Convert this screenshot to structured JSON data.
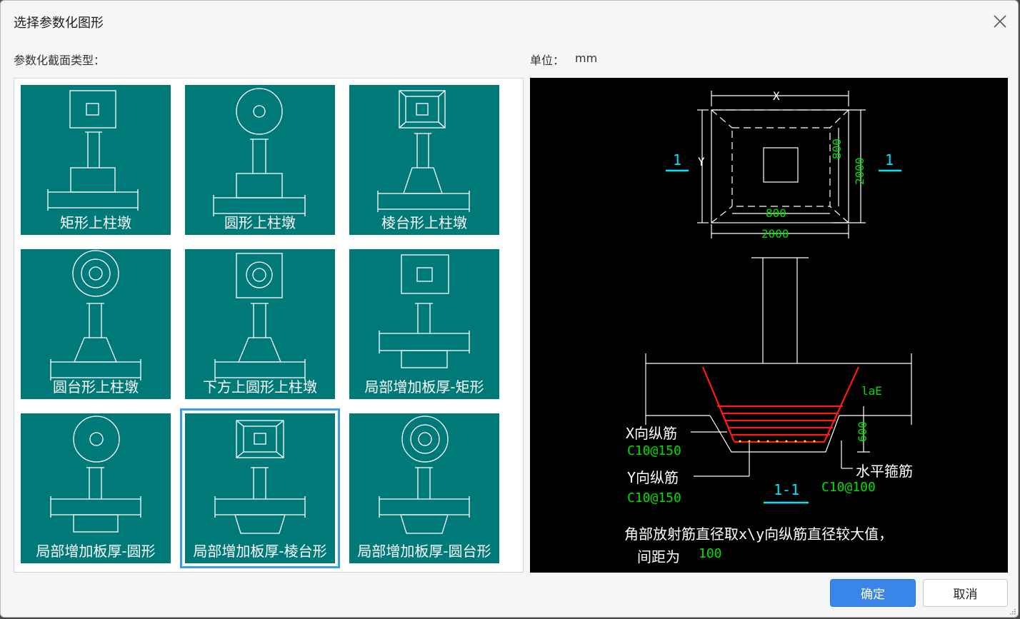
{
  "dialog": {
    "title": "选择参数化图形",
    "section_label": "参数化截面类型：",
    "unit_label": "单位：",
    "unit_value": "mm"
  },
  "tiles": [
    {
      "label": "矩形上柱墩",
      "selected": false
    },
    {
      "label": "圆形上柱墩",
      "selected": false
    },
    {
      "label": "棱台形上柱墩",
      "selected": false
    },
    {
      "label": "圆台形上柱墩",
      "selected": false
    },
    {
      "label": "下方上圆形上柱墩",
      "selected": false
    },
    {
      "label": "局部增加板厚-矩形",
      "selected": false
    },
    {
      "label": "局部增加板厚-圆形",
      "selected": false
    },
    {
      "label": "局部增加板厚-棱台形",
      "selected": true
    },
    {
      "label": "局部增加板厚-圆台形",
      "selected": false
    }
  ],
  "preview": {
    "dim_x": "X",
    "dim_y": "Y",
    "dim_800_h": "800",
    "dim_800_v": "800",
    "dim_2000_h": "2000",
    "dim_2000_v": "2000",
    "section_mark_left": "1",
    "section_mark_right": "1",
    "lae": "laE",
    "dim_600": "600",
    "x_rebar_label": "X向纵筋",
    "x_rebar_value": "C10@150",
    "y_rebar_label": "Y向纵筋",
    "y_rebar_value": "C10@150",
    "stirrup_label": "水平箍筋",
    "stirrup_value": "C10@100",
    "section_title": "1-1",
    "note_line1": "角部放射筋直径取x\\y向纵筋直径较大值，",
    "note_line2": "间距为",
    "note_spacing": "100"
  },
  "buttons": {
    "ok": "确定",
    "cancel": "取消"
  },
  "colors": {
    "tile_bg": "#007a78",
    "selected_outline": "#3a9cf0",
    "primary_button": "#3a86e8",
    "preview_bg": "#000000",
    "dim_text": "#00e000",
    "section_mark": "#00e5ff",
    "rebar": "#ff1a1a"
  },
  "icons": {
    "close": "close-icon",
    "resize": "resize-grip-icon"
  }
}
